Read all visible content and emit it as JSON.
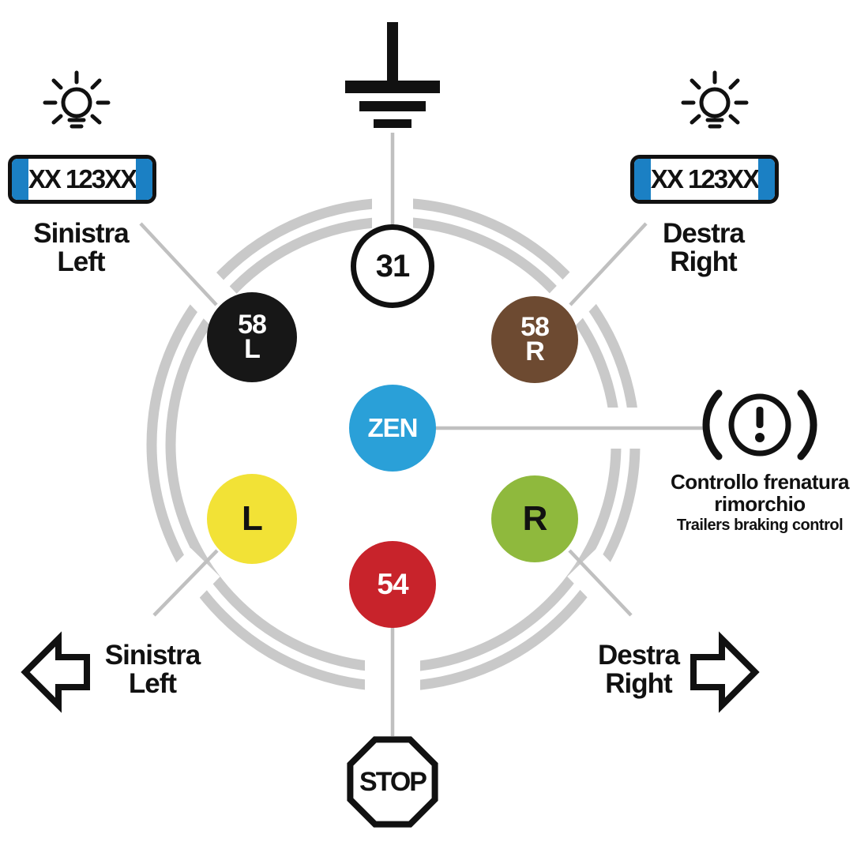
{
  "diagram": {
    "title_hint": "7-pin trailer socket wiring diagram",
    "pins": {
      "p31": "31",
      "p58l_line1": "58",
      "p58l_line2": "L",
      "p58r_line1": "58",
      "p58r_line2": "R",
      "zen": "ZEN",
      "l": "L",
      "r": "R",
      "p54": "54"
    },
    "plates": {
      "left": "XX 123XX",
      "right": "XX 123XX"
    },
    "labels": {
      "top_left_it": "Sinistra",
      "top_left_en": "Left",
      "top_right_it": "Destra",
      "top_right_en": "Right",
      "bottom_left_it": "Sinistra",
      "bottom_left_en": "Left",
      "bottom_right_it": "Destra",
      "bottom_right_en": "Right",
      "brake_it_1": "Controllo frenatura",
      "brake_it_2": "rimorchio",
      "brake_en": "Trailers braking control",
      "stop": "STOP"
    },
    "icons": [
      "ground-icon",
      "bulb-left-icon",
      "bulb-right-icon",
      "brake-warning-icon",
      "arrow-left-icon",
      "arrow-right-icon",
      "stop-octagon-icon"
    ],
    "colors": {
      "pin_31_fill": "#ffffff",
      "pin_58l": "#171717",
      "pin_58r": "#6d4a31",
      "pin_zen": "#2aa0d8",
      "pin_l": "#f2e236",
      "pin_r": "#8fb93d",
      "pin_54": "#c8232b",
      "plate_blue": "#1b80c4",
      "ring_gray": "#c9c9c9",
      "line_gray": "#c0c0c0",
      "ink_black": "#111111"
    }
  }
}
